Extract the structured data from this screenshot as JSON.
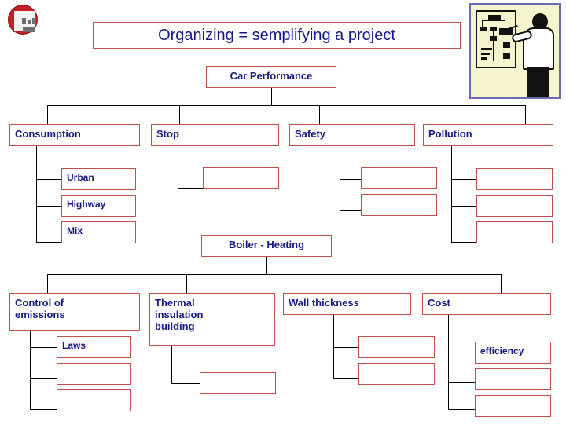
{
  "slide": {
    "title": "Organizing = semplifying a project",
    "logo_name": "university-seal",
    "clipart_name": "presenter-flipchart-clipart"
  },
  "colors": {
    "box_border": "#c0504d",
    "text": "#151a86",
    "connector": "#000000",
    "background": "#ffffff",
    "seal_red": "#c21f26",
    "clipart_bg": "#f6f3cf",
    "clipart_border": "#6a6ab0"
  },
  "tree1": {
    "root": "Car Performance",
    "children": [
      {
        "label": "Consumption",
        "subs": [
          {
            "label": "Urban"
          },
          {
            "label": "Highway"
          },
          {
            "label": "Mix"
          }
        ]
      },
      {
        "label": "Stop",
        "subs": [
          {
            "label": ""
          }
        ]
      },
      {
        "label": "Safety",
        "subs": [
          {
            "label": ""
          },
          {
            "label": ""
          }
        ]
      },
      {
        "label": "Pollution",
        "subs": [
          {
            "label": ""
          },
          {
            "label": ""
          },
          {
            "label": ""
          }
        ]
      }
    ]
  },
  "tree2": {
    "root": "Boiler - Heating",
    "children": [
      {
        "label": "Control of\nemissions",
        "subs": [
          {
            "label": "Laws"
          },
          {
            "label": ""
          },
          {
            "label": ""
          }
        ]
      },
      {
        "label": "Thermal\ninsulation\nbuilding",
        "subs": [
          {
            "label": ""
          }
        ]
      },
      {
        "label": "Wall thickness",
        "subs": [
          {
            "label": ""
          },
          {
            "label": ""
          }
        ]
      },
      {
        "label": "Cost",
        "subs": [
          {
            "label": "efficiency"
          },
          {
            "label": ""
          },
          {
            "label": ""
          }
        ]
      }
    ]
  }
}
